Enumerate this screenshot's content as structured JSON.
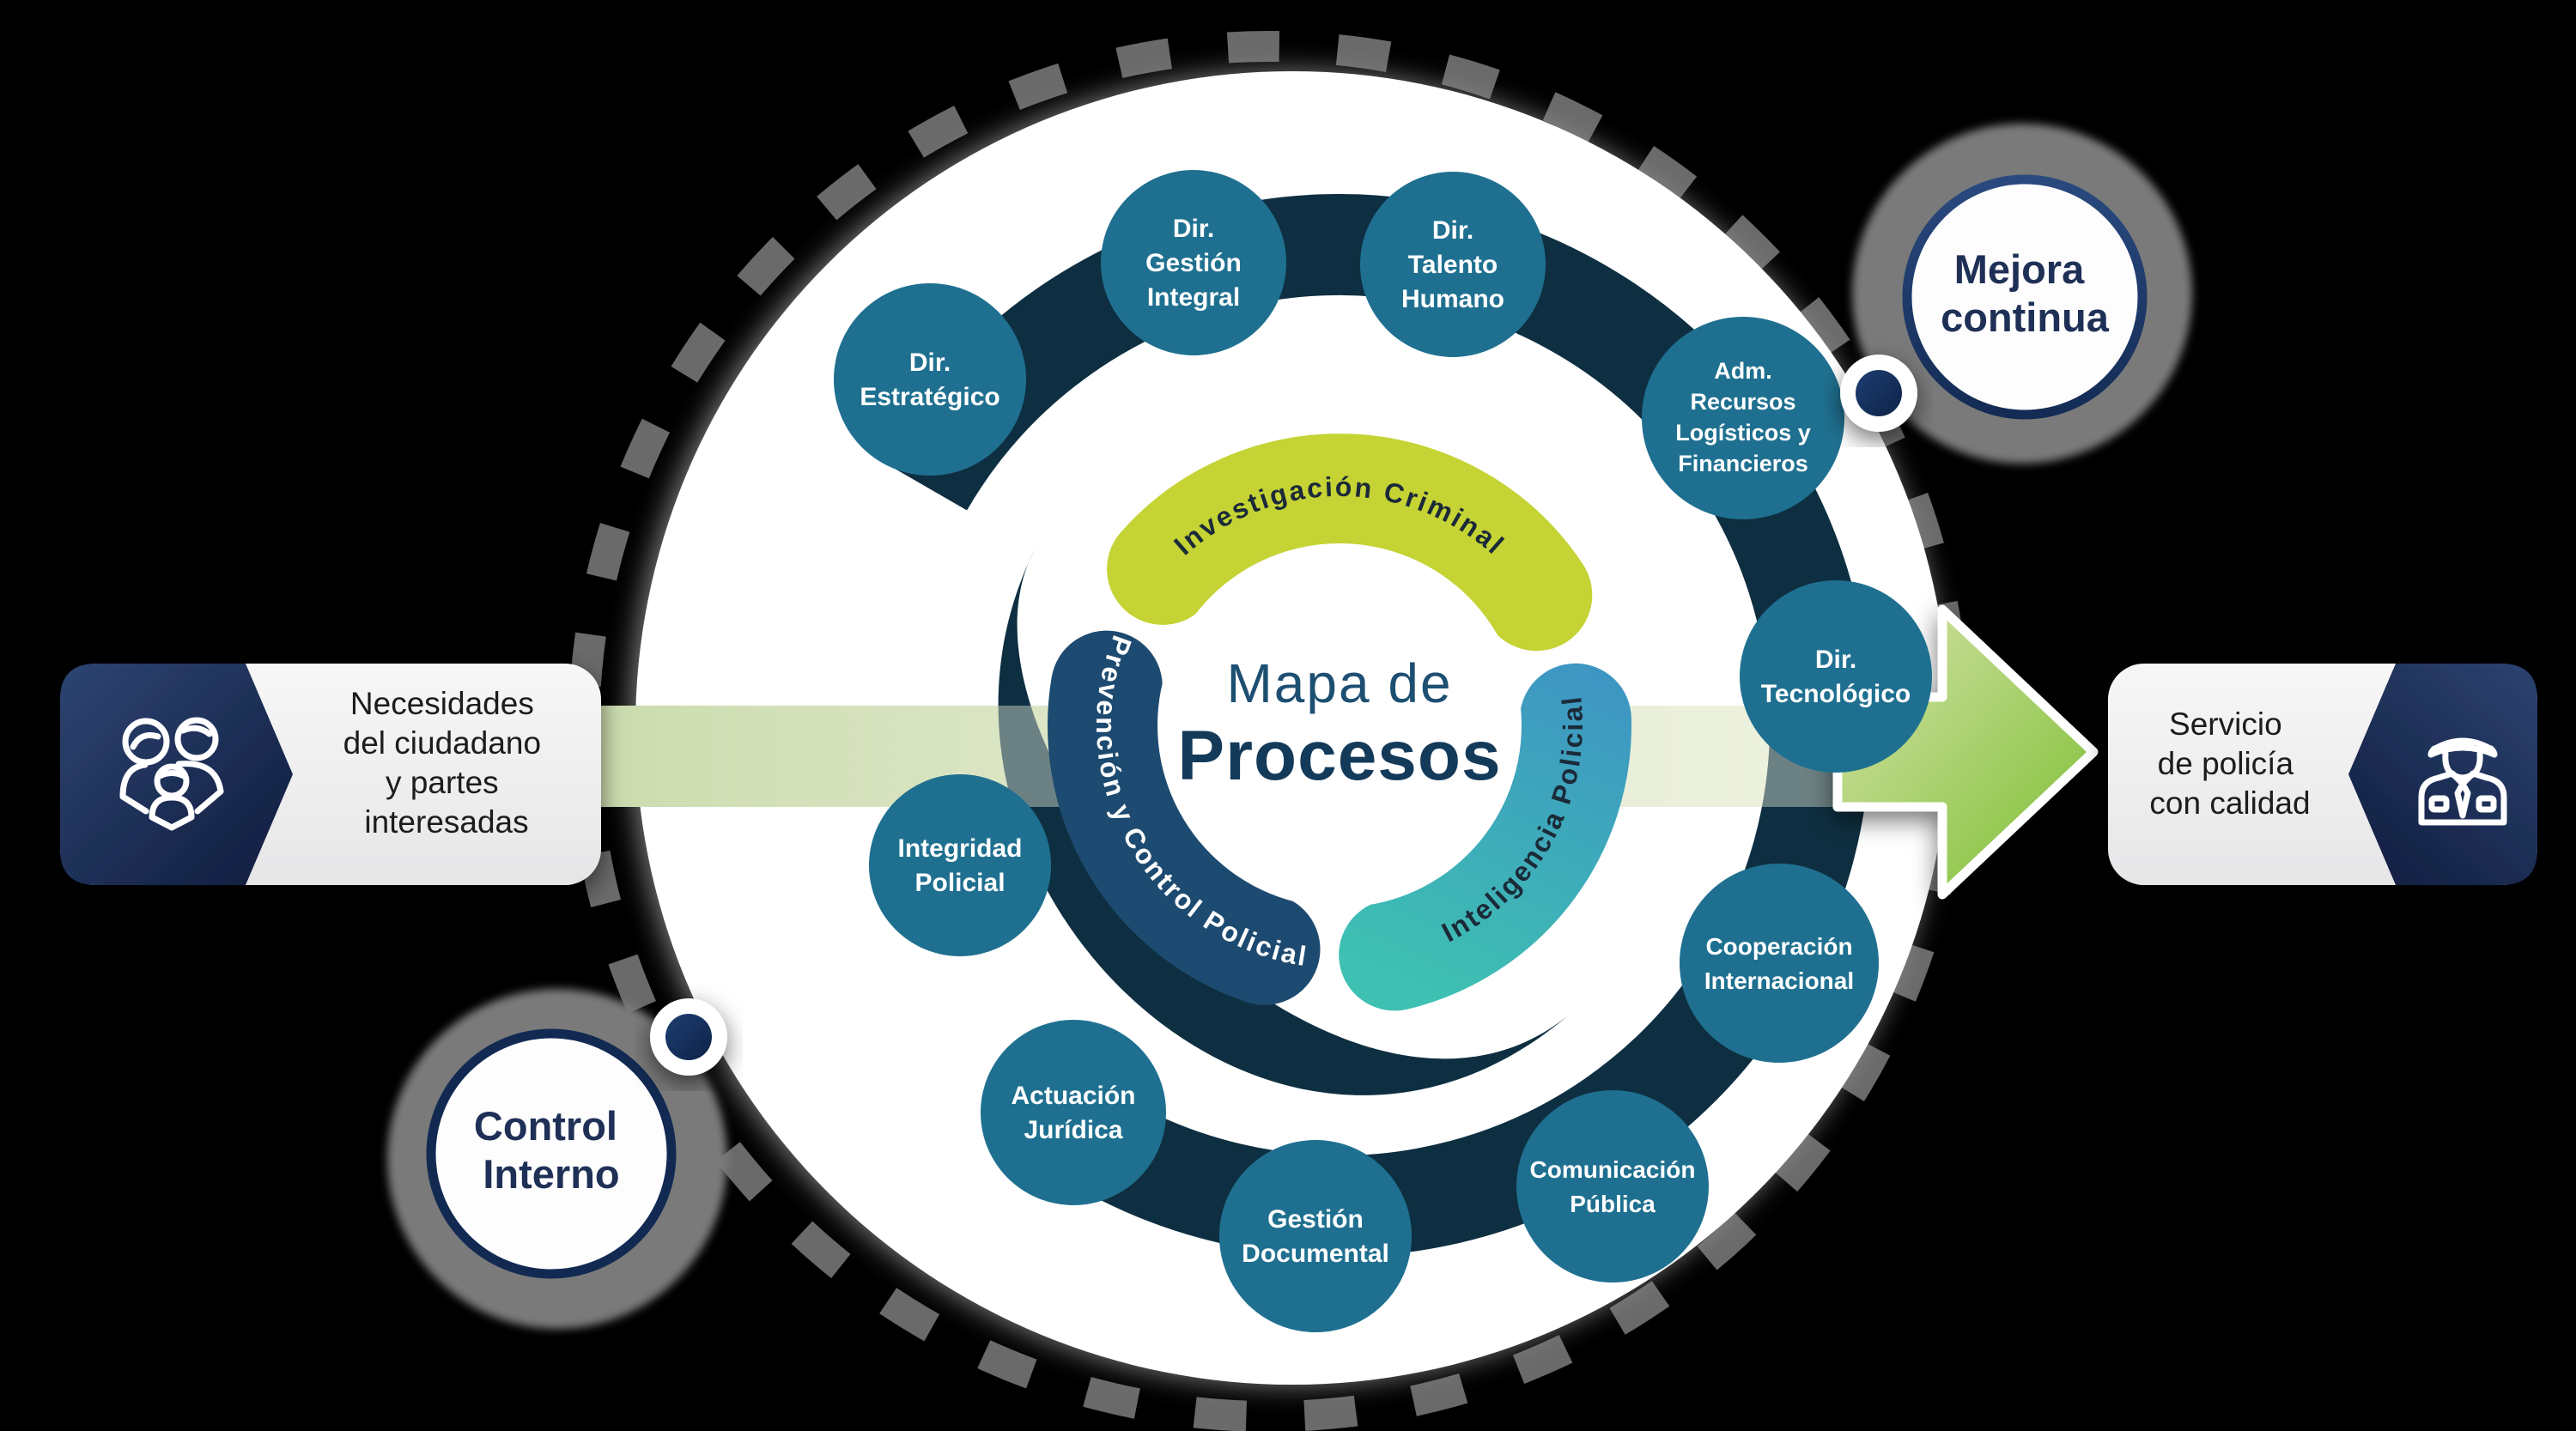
{
  "diagram_title": {
    "line1": "Mapa de",
    "line2": "Procesos"
  },
  "macro_processes": [
    {
      "id": "investigacion-criminal",
      "label": "Investigación Criminal"
    },
    {
      "id": "prevencion-y-control-policial",
      "label": "Prevención y Control Policial"
    },
    {
      "id": "inteligencia-policial",
      "label": "Inteligencia Policial"
    }
  ],
  "satellite_processes": [
    {
      "lines": [
        "Dir.",
        "Estratégico"
      ]
    },
    {
      "lines": [
        "Dir.",
        "Gestión",
        "Integral"
      ]
    },
    {
      "lines": [
        "Dir.",
        "Talento",
        "Humano"
      ]
    },
    {
      "lines": [
        "Adm.",
        "Recursos",
        "Logísticos y",
        "Financieros"
      ]
    },
    {
      "lines": [
        "Dir.",
        "Tecnológico"
      ]
    },
    {
      "lines": [
        "Cooperación",
        "Internacional"
      ]
    },
    {
      "lines": [
        "Comunicación",
        "Pública"
      ]
    },
    {
      "lines": [
        "Gestión",
        "Documental"
      ]
    },
    {
      "lines": [
        "Actuación",
        "Jurídica"
      ]
    },
    {
      "lines": [
        "Integridad",
        "Policial"
      ]
    }
  ],
  "input_box": {
    "icon": "citizens-family-icon",
    "lines": [
      "Necesidades",
      "del ciudadano",
      "y partes",
      "interesadas"
    ]
  },
  "output_box": {
    "icon": "police-officer-icon",
    "lines": [
      "Servicio",
      "de policía",
      "con calidad"
    ]
  },
  "mejora_circle": {
    "lines": [
      "Mejora",
      "continua"
    ]
  },
  "control_circle": {
    "lines": [
      "Control",
      "Interno"
    ]
  },
  "colors": {
    "background": "#000000",
    "white": "#ffffff",
    "satellite_teal": "#1f7090",
    "band_dark": "#0e2f41",
    "segment_yellow": "#c5d334",
    "segment_navy": "#1d4a70",
    "segment_teal_top": "#3e8ec5",
    "segment_teal_bottom": "#3ec0b2",
    "title_light_navy": "#1d4f72",
    "title_dark_navy": "#143a5a",
    "label_dark": "#1b2a38",
    "flow_green": "#8cc53f",
    "flow_band_light": "#b5cc8c",
    "box_navy_dark": "#14234a",
    "box_gray_light": "#efefef",
    "donut_gray": "#7a7a7a",
    "badge_navy": "#1c3a69",
    "dash_gray": "#6a6a6a"
  }
}
